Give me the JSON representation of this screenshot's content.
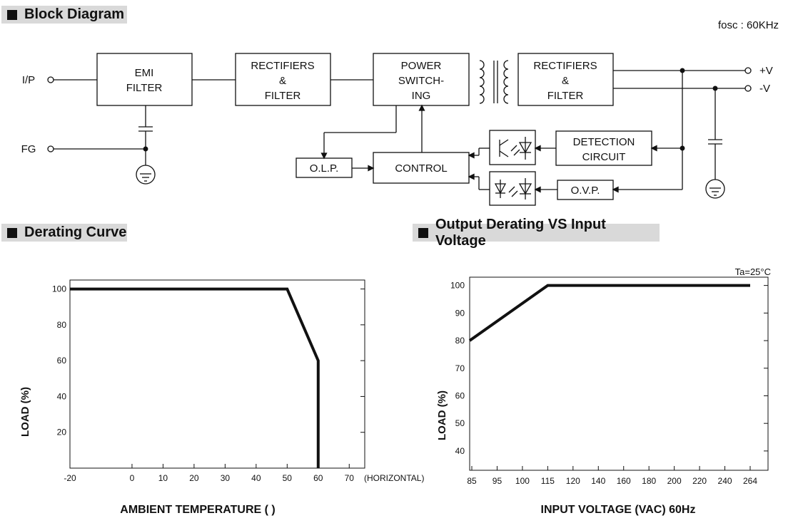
{
  "sections": {
    "block": "Block Diagram",
    "derating": "Derating Curve",
    "output_derating": "Output Derating VS Input Voltage"
  },
  "block_diagram": {
    "fosc": "fosc : 60KHz",
    "ip": "I/P",
    "fg": "FG",
    "out_pos": "+V",
    "out_neg": "-V",
    "emi": [
      "EMI",
      "FILTER"
    ],
    "rect1": [
      "RECTIFIERS",
      "&",
      "FILTER"
    ],
    "power": [
      "POWER",
      "SWITCH-",
      "ING"
    ],
    "rect2": [
      "RECTIFIERS",
      "&",
      "FILTER"
    ],
    "detection": [
      "DETECTION",
      "CIRCUIT"
    ],
    "olp": "O.L.P.",
    "control": "CONTROL",
    "ovp": "O.V.P."
  },
  "chart_data": [
    {
      "type": "line",
      "title": "",
      "xlabel": "AMBIENT TEMPERATURE (    )",
      "ylabel": "LOAD (%)",
      "x_unit_label": "(HORIZONTAL)",
      "xticks": [
        "-20",
        "0",
        "10",
        "20",
        "30",
        "40",
        "50",
        "60",
        "70"
      ],
      "yticks": [
        "20",
        "40",
        "60",
        "80",
        "100"
      ],
      "xlim": [
        -20,
        75
      ],
      "ylim": [
        0,
        105
      ],
      "x": [
        -20,
        50,
        60,
        60
      ],
      "y": [
        100,
        100,
        60,
        0
      ]
    },
    {
      "type": "line",
      "title": "",
      "annotation": "Ta=25°C",
      "xlabel": "INPUT VOLTAGE (VAC) 60Hz",
      "ylabel": "LOAD (%)",
      "xticks": [
        "85",
        "95",
        "100",
        "115",
        "120",
        "140",
        "160",
        "180",
        "200",
        "220",
        "240",
        "264"
      ],
      "yticks": [
        "40",
        "50",
        "60",
        "70",
        "80",
        "90",
        "100"
      ],
      "ylim": [
        33,
        103
      ],
      "x": [
        "85",
        "115",
        "264"
      ],
      "y": [
        80,
        100,
        100
      ]
    }
  ]
}
